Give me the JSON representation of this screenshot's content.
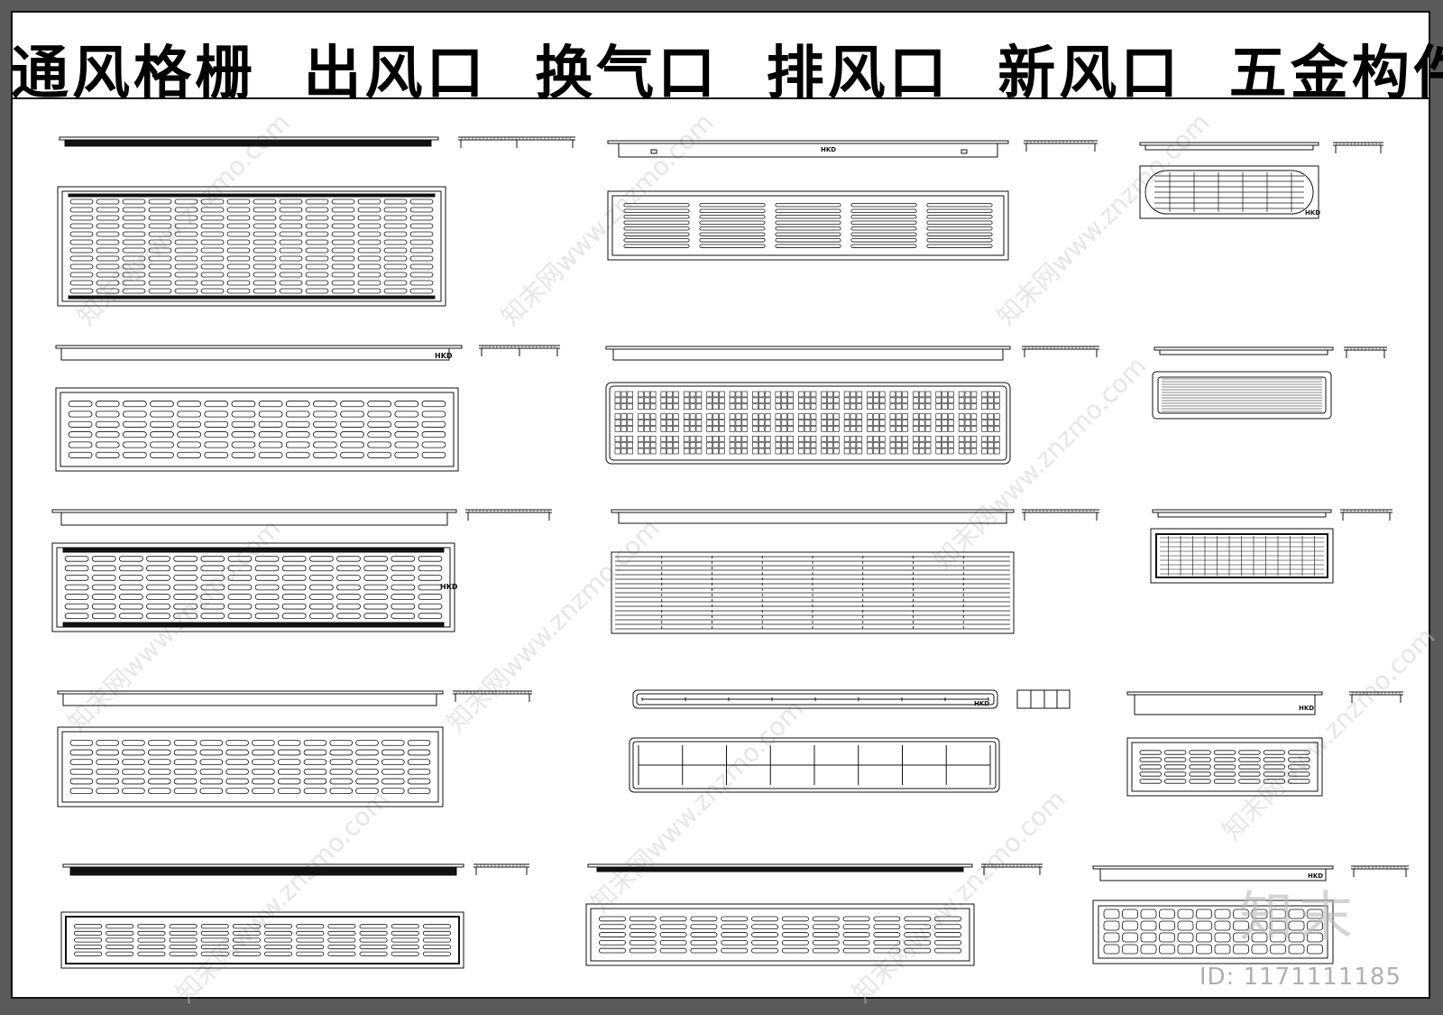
{
  "sheet": {
    "title": "通风格栅  出风口  换气口  排风口  新风口  五金构件",
    "brand_mark": "HKD"
  },
  "watermark": {
    "site": "知末网www.znzmo.com",
    "logo": "知末",
    "id_text": "ID: 1171111185"
  },
  "colors": {
    "background": "#ffffff",
    "line": "#111111",
    "frame_outer": "#5a5a5a",
    "watermark": "#c8c8c8"
  },
  "drawings": [
    "vent-grille-col1-row1",
    "vent-grille-col1-row2",
    "vent-grille-col1-row3",
    "vent-grille-col1-row4",
    "vent-grille-col1-row5",
    "vent-grille-col2-row1",
    "vent-grille-col2-row2",
    "vent-grille-col2-row3",
    "vent-grille-col2-row4",
    "vent-grille-col2-row5",
    "vent-grille-col3-row1",
    "vent-grille-col3-row2",
    "vent-grille-col3-row3",
    "vent-grille-col3-row4",
    "vent-grille-col3-row5"
  ]
}
